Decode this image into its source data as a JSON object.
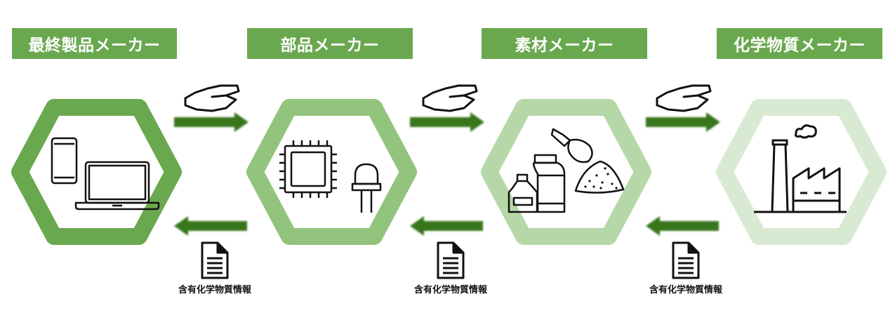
{
  "headers": [
    {
      "label": "最終製品メーカー"
    },
    {
      "label": "部品メーカー"
    },
    {
      "label": "素材メーカー"
    },
    {
      "label": "化学物質メーカー"
    }
  ],
  "doc_labels": [
    {
      "label": "含有化学物質情報"
    },
    {
      "label": "含有化学物質情報"
    },
    {
      "label": "含有化学物質情報"
    }
  ],
  "colors": {
    "header_bg": "#6aa84f",
    "arrow": "#38761d",
    "hex_1": "#6aa84f",
    "hex_2": "#93c47d",
    "hex_3": "#b6d7a8",
    "hex_4": "#d9ead3"
  },
  "icons": {
    "node_1": [
      "smartphone-icon",
      "laptop-icon"
    ],
    "node_2": [
      "microchip-icon",
      "led-icon"
    ],
    "node_3": [
      "bottle-icon",
      "jar-icon",
      "scoop-icon",
      "powder-pile-icon"
    ],
    "node_4": [
      "factory-icon"
    ],
    "forward": "hand-icon",
    "backward": "document-icon"
  }
}
